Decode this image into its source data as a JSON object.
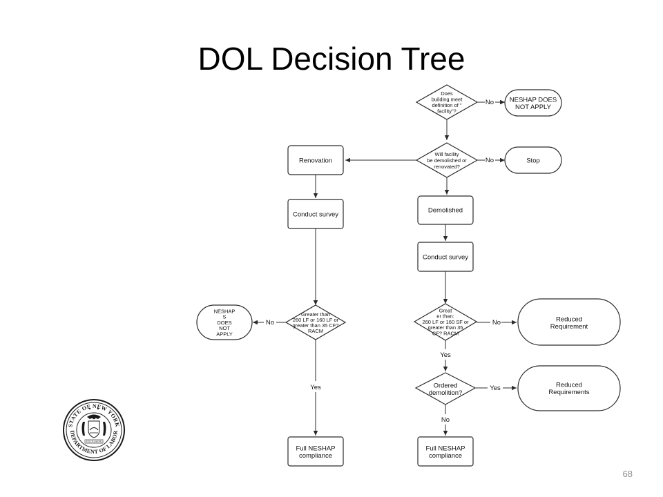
{
  "title": "DOL Decision Tree",
  "page_number": "68",
  "flowchart": {
    "nodes": {
      "q_facility": [
        "Does",
        "building meet",
        "definition of \"",
        "facility\"?"
      ],
      "neshap_not_apply": [
        "NESHAP DOES",
        "NOT APPLY"
      ],
      "q_demolish_renovate": [
        "Will facility",
        "be demolished or",
        "renovated?"
      ],
      "stop": [
        "Stop"
      ],
      "renovation": [
        "Renovation"
      ],
      "survey_left": [
        "Conduct survey"
      ],
      "demolished": [
        "Demolished"
      ],
      "survey_right": [
        "Conduct survey"
      ],
      "q_threshold_left": [
        "Greater than",
        "260 LF or 160 LF or",
        "greater than 35 CF?",
        "RACM"
      ],
      "neshaps_not_apply": [
        "NESHAP",
        "S",
        "DOES",
        "NOT",
        "APPLY"
      ],
      "q_threshold_right": [
        "Great",
        "er than:",
        "260 LF or 160 SF or",
        "greater than 35",
        "CF? RACM"
      ],
      "reduced_requirement": [
        "Reduced",
        "Requirement"
      ],
      "q_ordered": [
        "Ordered",
        "demolition?"
      ],
      "reduced_requirements": [
        "Reduced",
        "Requirements"
      ],
      "full_left": [
        "Full NESHAP",
        "compliance"
      ],
      "full_right": [
        "Full NESHAP",
        "compliance"
      ]
    },
    "edge_labels": {
      "no": "No",
      "yes": "Yes"
    }
  },
  "seal": {
    "top_text": "STATE OF NEW YORK",
    "bottom_text": "DEPARTMENT OF LABOR",
    "motto": "EXCELSIOR"
  }
}
